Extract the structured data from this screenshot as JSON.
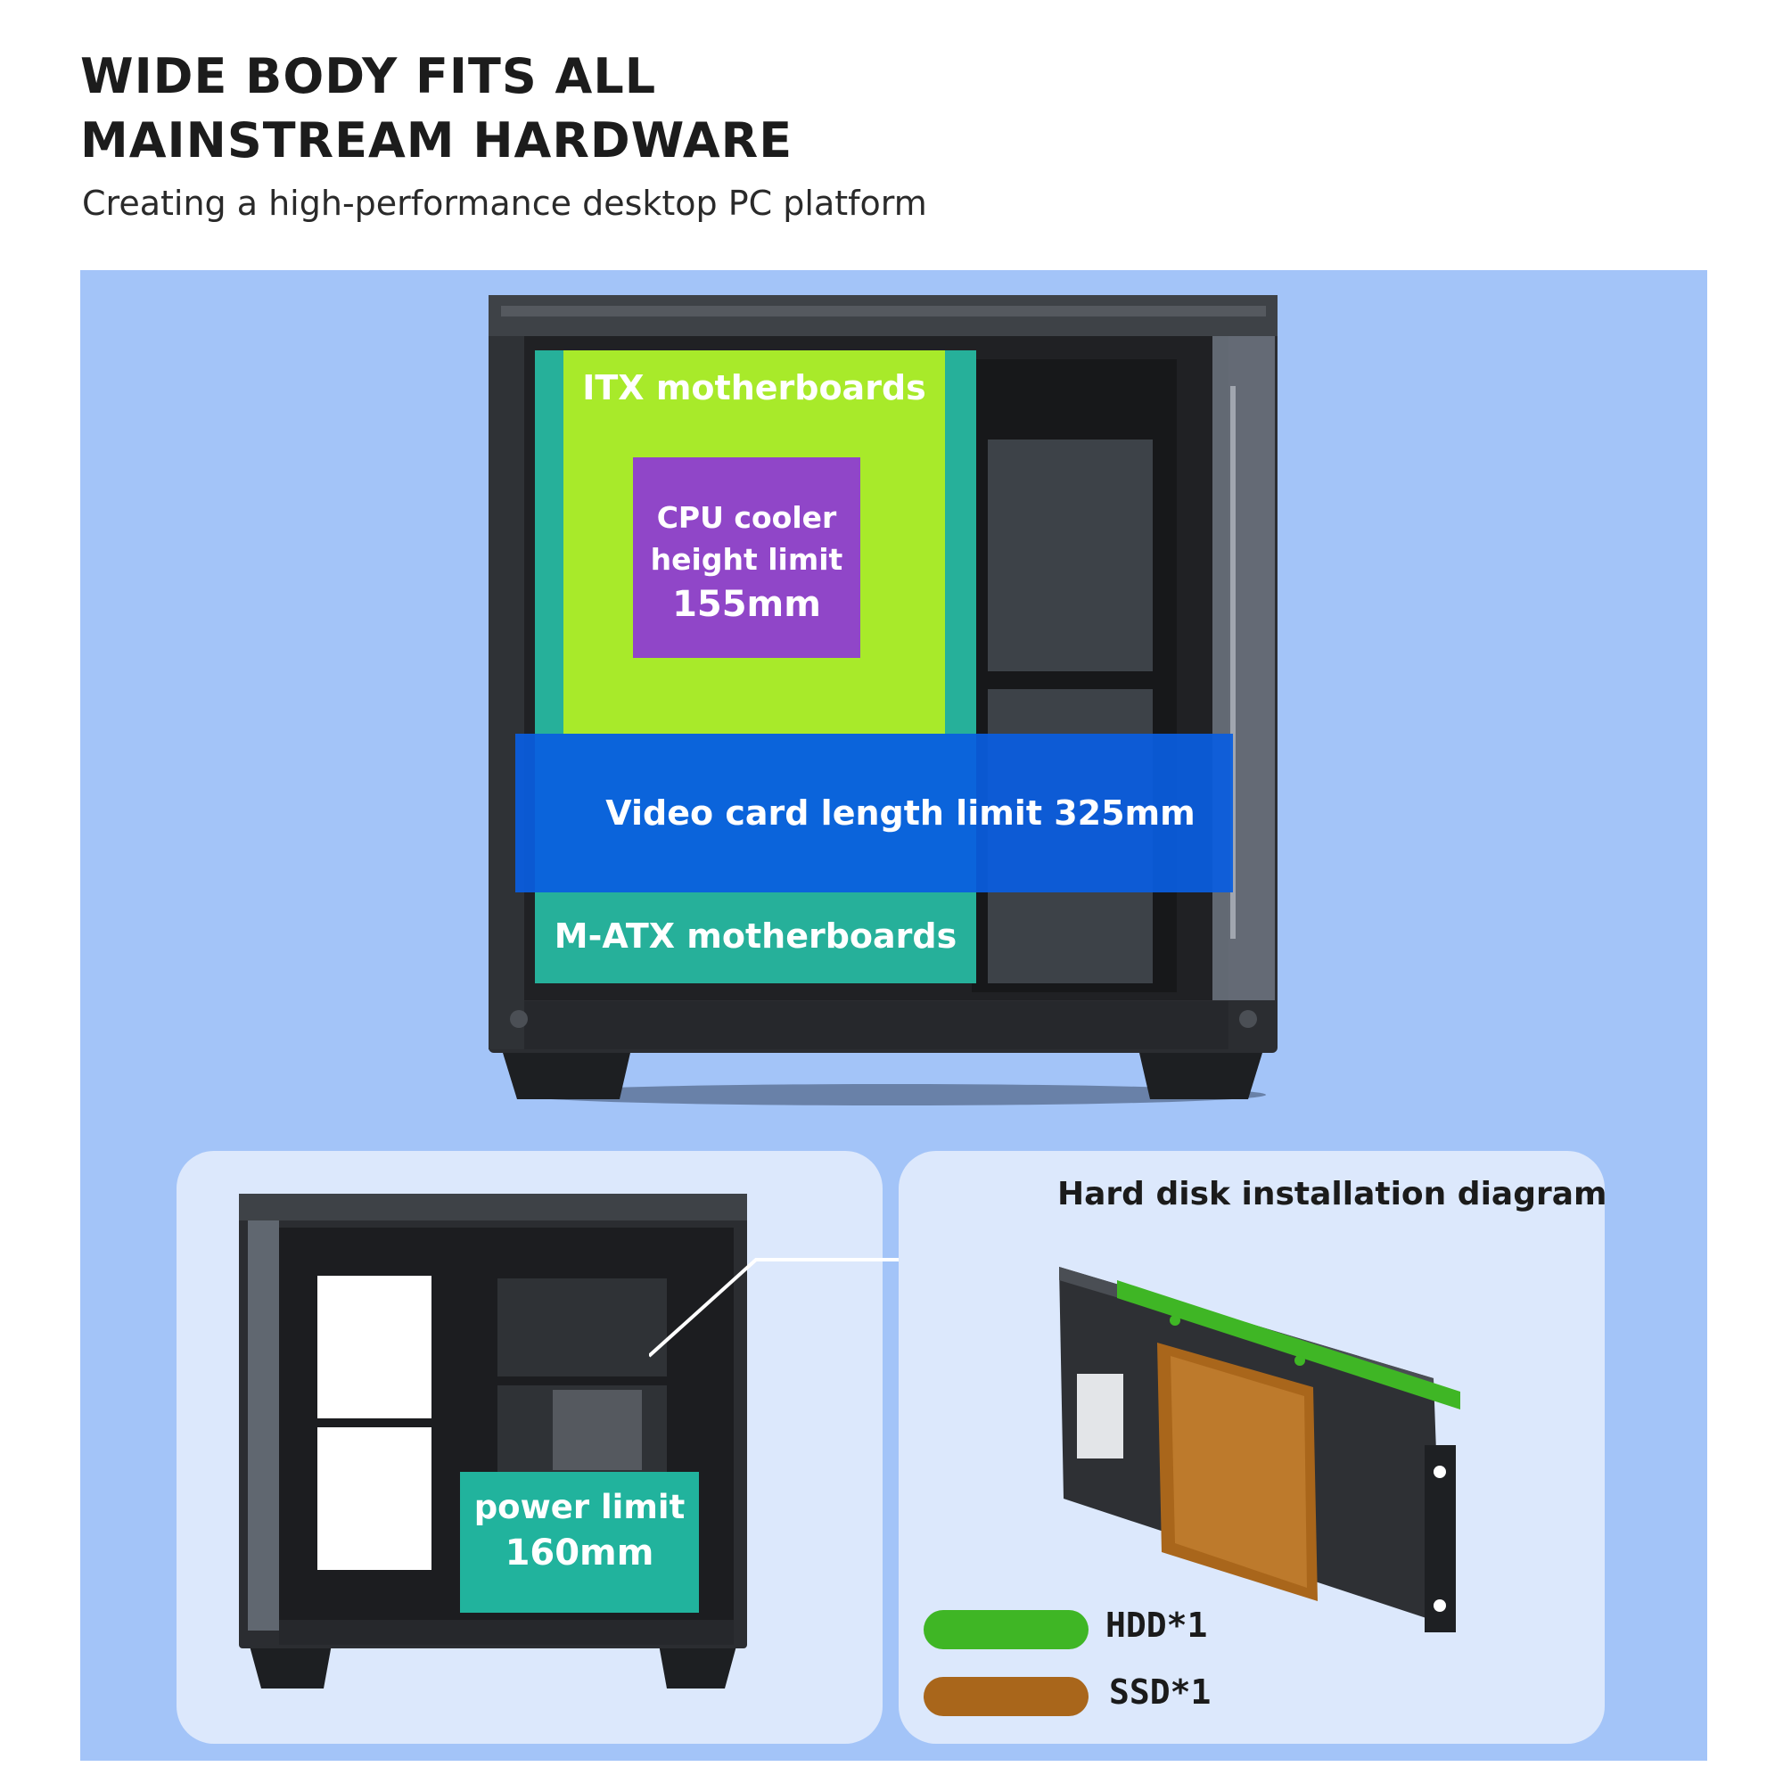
{
  "header": {
    "title_line1": "WIDE BODY FITS ALL",
    "title_line2": "MAINSTREAM HARDWARE",
    "subtitle": "Creating a high-performance desktop PC platform"
  },
  "main_case": {
    "itx_label": "ITX motherboards",
    "cpu_cooler_line1": "CPU cooler",
    "cpu_cooler_line2": "height limit",
    "cpu_cooler_value": "155mm",
    "video_card_label": "Video card length limit 325mm",
    "matx_label": "M-ATX motherboards"
  },
  "power_panel": {
    "line1": "power limit",
    "line2": "160mm"
  },
  "hard_disk_panel": {
    "title": "Hard disk installation diagram",
    "legend": [
      {
        "label": "HDD*1",
        "color": "#3fb625"
      },
      {
        "label": "SSD*1",
        "color": "#a9661b"
      }
    ]
  },
  "colors": {
    "background_panel": "#a3c4f8",
    "itx_zone": "#a8ea2a",
    "matx_zone": "#26b09a",
    "cpu_zone": "#9046c8",
    "video_zone": "#0a5ee0",
    "power_zone": "#21b39d",
    "card_bg": "#dce8fc"
  }
}
